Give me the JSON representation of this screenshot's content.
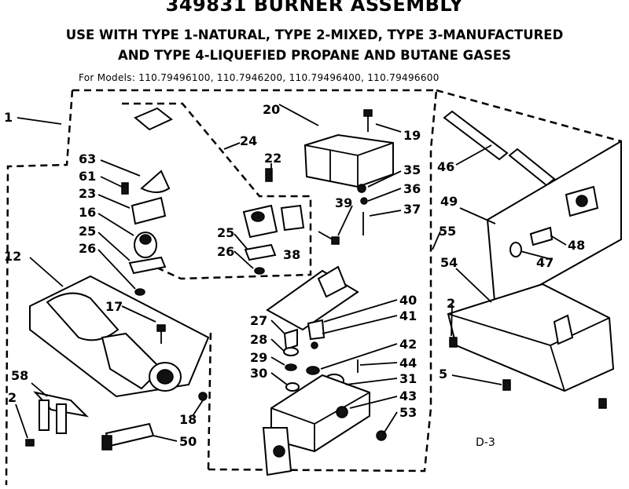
{
  "header": {
    "title": "349831 BURNER ASSEMBLY",
    "subtitle_line1": "USE WITH TYPE 1-NATURAL, TYPE 2-MIXED, TYPE 3-MANUFACTURED",
    "subtitle_line2": "AND TYPE 4-LIQUEFIED PROPANE AND BUTANE GASES",
    "models": "For Models: 110.79496100, 110.7946200, 110.79496400, 110.79496600"
  },
  "callouts": [
    "1",
    "20",
    "19",
    "24",
    "22",
    "63",
    "61",
    "23",
    "16",
    "25",
    "26",
    "35",
    "36",
    "39",
    "37",
    "46",
    "49",
    "55",
    "54",
    "48",
    "47",
    "12",
    "17",
    "40",
    "41",
    "27",
    "28",
    "29",
    "30",
    "42",
    "44",
    "31",
    "43",
    "53",
    "2",
    "5",
    "58",
    "18",
    "50"
  ],
  "diagram_code": "D-3"
}
